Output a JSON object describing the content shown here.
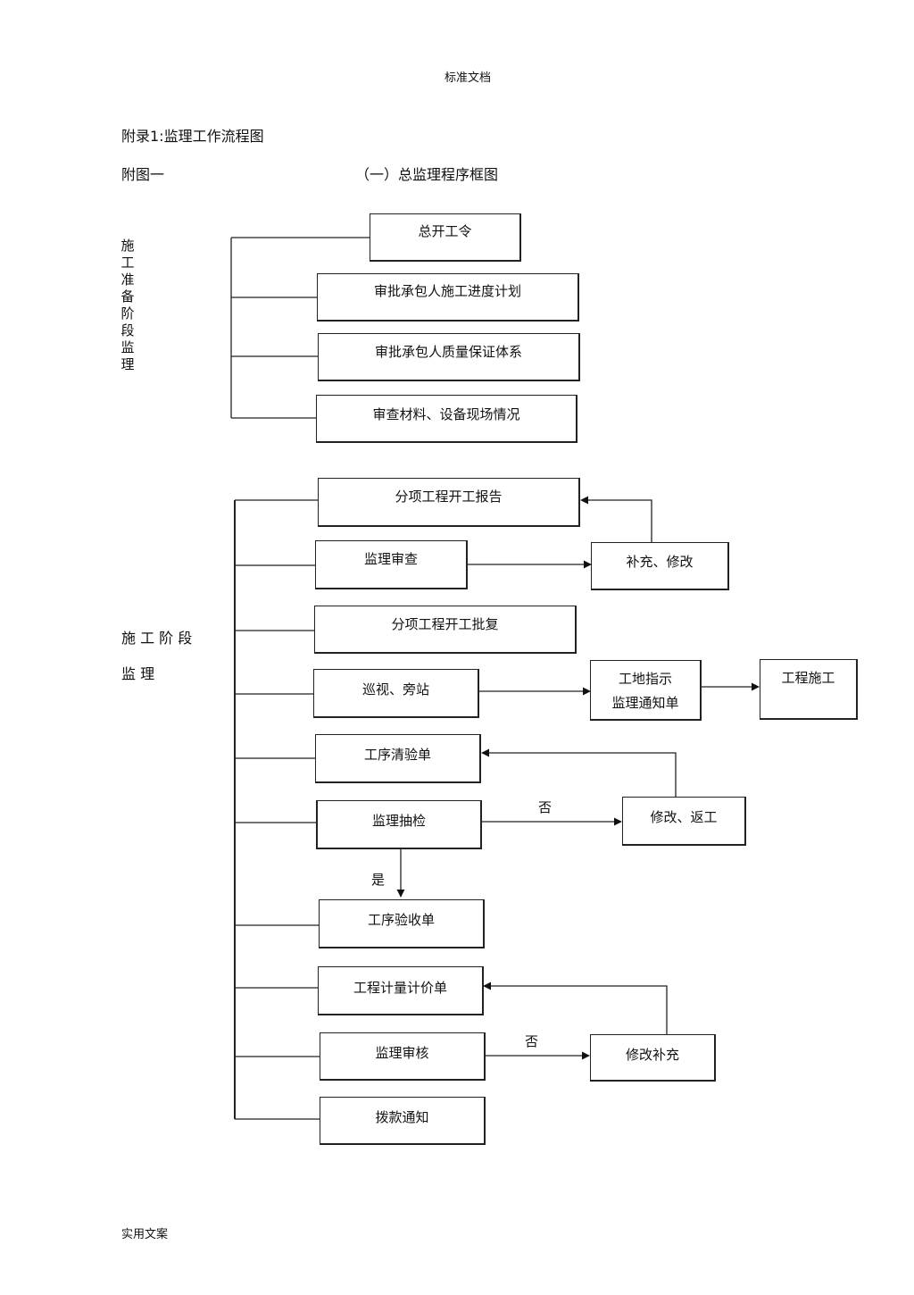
{
  "header": {
    "text": "标准文档"
  },
  "footer": {
    "text": "实用文案"
  },
  "appendix_title": "附录1:监理工作流程图",
  "figure_label": "附图一",
  "chart_title": "（一）总监理程序框图",
  "stage1_label": "施工准备阶段监理",
  "stage2_label_line1": "施 工 阶 段",
  "stage2_label_line2": "监 理",
  "boxes": {
    "start_order": "总开工令",
    "approve_schedule": "审批承包人施工进度计划",
    "approve_quality": "审批承包人质量保证体系",
    "check_materials": "审查材料、设备现场情况",
    "subitem_report": "分项工程开工报告",
    "supervision_review": "监理审查",
    "supplement_modify": "补充、修改",
    "subitem_approval": "分项工程开工批复",
    "patrol_station": "巡视、旁站",
    "site_instruction_line1": "工地指示",
    "site_instruction_line2": "监理通知单",
    "construction": "工程施工",
    "process_check": "工序清验单",
    "spot_check": "监理抽检",
    "modify_rework": "修改、返工",
    "process_acceptance": "工序验收单",
    "measure_price": "工程计量计价单",
    "audit": "监理审核",
    "modify_supplement": "修改补充",
    "payment_notice": "拨款通知"
  },
  "edge_labels": {
    "no1": "否",
    "yes": "是",
    "no2": "否"
  }
}
